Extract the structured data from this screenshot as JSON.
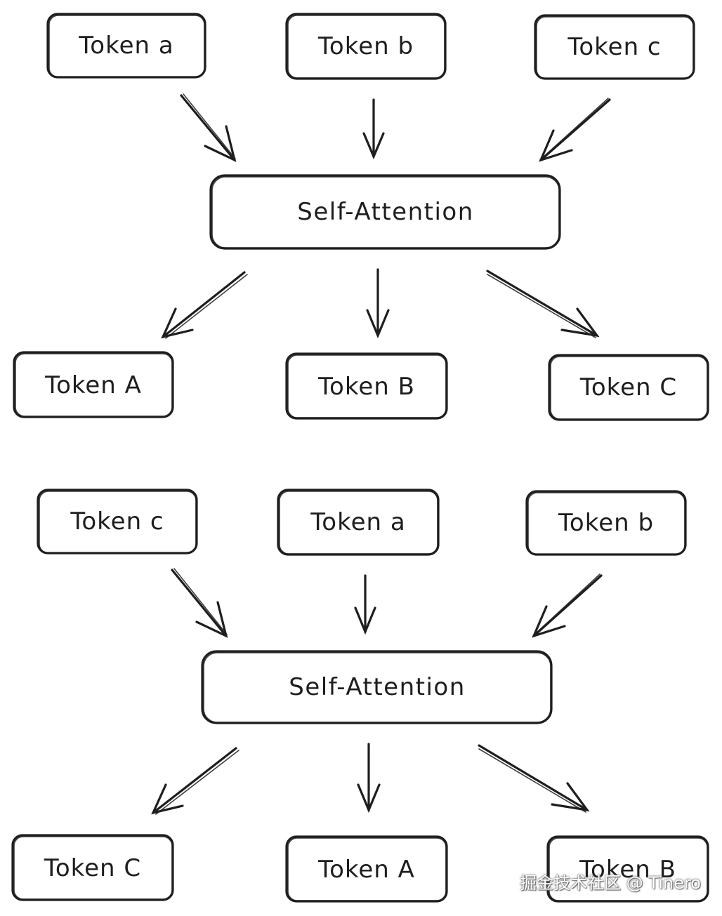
{
  "diagrams": [
    {
      "inputs": [
        "Token a",
        "Token b",
        "Token c"
      ],
      "module": "Self-Attention",
      "outputs": [
        "Token A",
        "Token B",
        "Token C"
      ]
    },
    {
      "inputs": [
        "Token c",
        "Token a",
        "Token b"
      ],
      "module": "Self-Attention",
      "outputs": [
        "Token C",
        "Token A",
        "Token B"
      ]
    }
  ],
  "watermark": "掘金技术社区 @ Tinero",
  "colors": {
    "stroke": "#1e1e1e",
    "background": "#ffffff"
  }
}
